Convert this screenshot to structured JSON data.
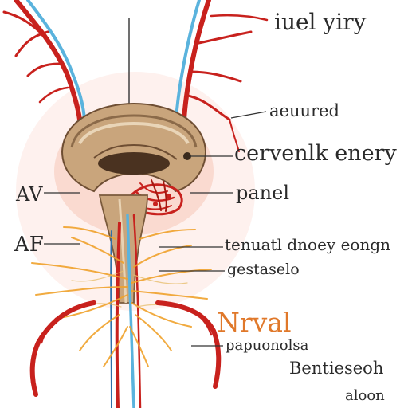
{
  "labels": {
    "title": "iuel yiry",
    "accent": "aeuured",
    "cervenlk": "cervenlk enery",
    "panel": "panel",
    "av": "AV",
    "af": "AF",
    "tensual": "tenuatl dnoey eongn",
    "gestaselo": "gestaselo",
    "nrval": "Nrval",
    "papu": "papuonolsa",
    "bent": "Bentieseoh",
    "abon": "aloon"
  },
  "colors": {
    "artery": "#c8211d",
    "vein": "#5ab3dd",
    "nerve": "#f0a22c",
    "organ": "#c9a57c",
    "tissue": "#f6c8b8",
    "label_accent": "#e0782a"
  }
}
